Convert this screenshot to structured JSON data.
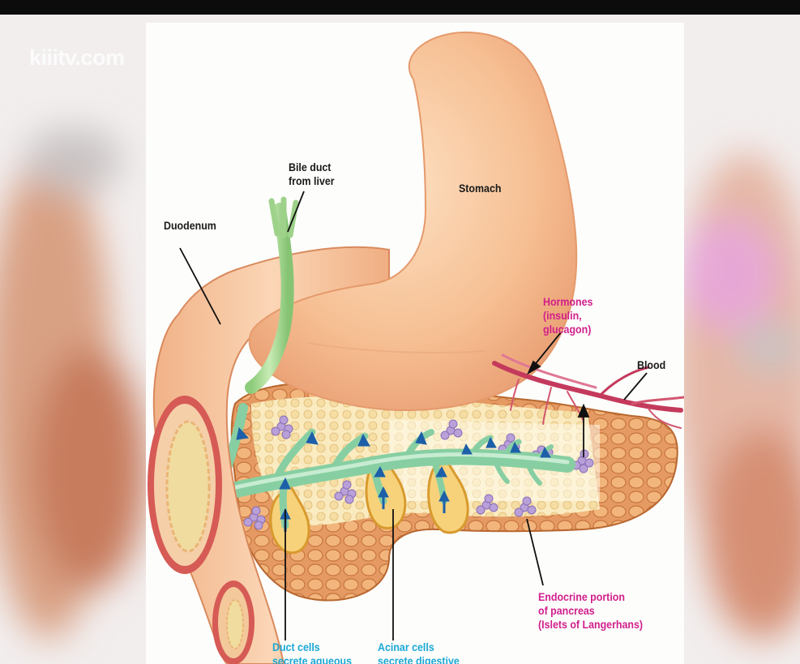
{
  "watermark": "kiiitv.com",
  "labels": {
    "bile_duct": "Bile duct\nfrom liver",
    "stomach": "Stomach",
    "duodenum": "Duodenum",
    "hormones": "Hormones\n(insulin,\nglucagon)",
    "blood": "Blood",
    "endocrine": "Endocrine portion\nof pancreas\n(Islets of Langerhans)",
    "duct_cells": "Duct cells\nsecrete aqueous",
    "acinar_cells": "Acinar cells\nsecrete digestive"
  },
  "colors": {
    "label_black": "#1a1a1a",
    "label_magenta": "#d21e8c",
    "label_cyan": "#1aa8d6",
    "duct_green": "#8fd1a8",
    "arrow_blue": "#1d5fa8",
    "pancreas_orange": "#d98a55"
  }
}
